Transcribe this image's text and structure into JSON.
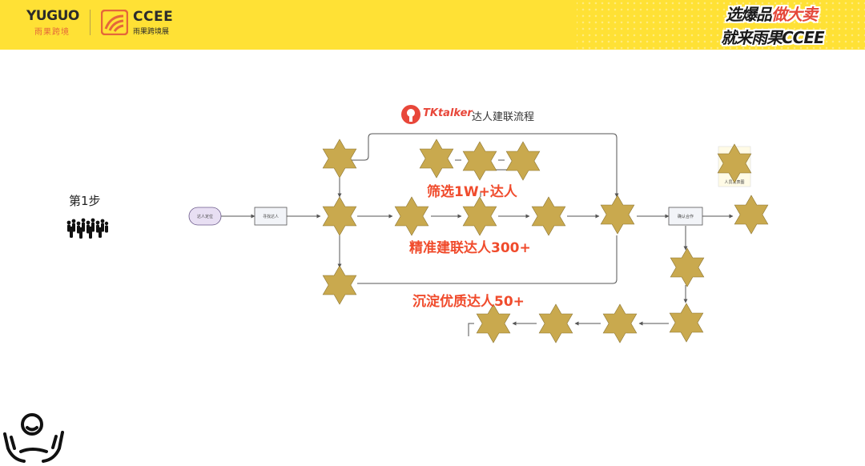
{
  "header": {
    "yuguo_en": "YUGUO",
    "yuguo_cn": "雨果跨境",
    "ccee_en": "CCEE",
    "ccee_cn": "雨果跨境展",
    "slogan_line1_a": "选爆品",
    "slogan_line1_b": "做大卖",
    "slogan_line2": "就来雨果CCEE",
    "colors": {
      "bar": "#ffe135",
      "accent": "#e5483a"
    }
  },
  "sidebar": {
    "step_label": "第1步"
  },
  "diagram": {
    "brand": "TKtalker",
    "title": "达人建联流程",
    "labels": {
      "filter": "筛选1W+达人",
      "precise": "精准建联达人300+",
      "quality": "沉淀优质达人50+"
    },
    "nodes": {
      "start": "达人定位",
      "search": "寻找达人",
      "confirm": "确认合作",
      "note_small": "人员发表图"
    },
    "colors": {
      "star": "#c9a94e",
      "label": "#f04b2c",
      "start_node": "#e8dff3"
    }
  }
}
